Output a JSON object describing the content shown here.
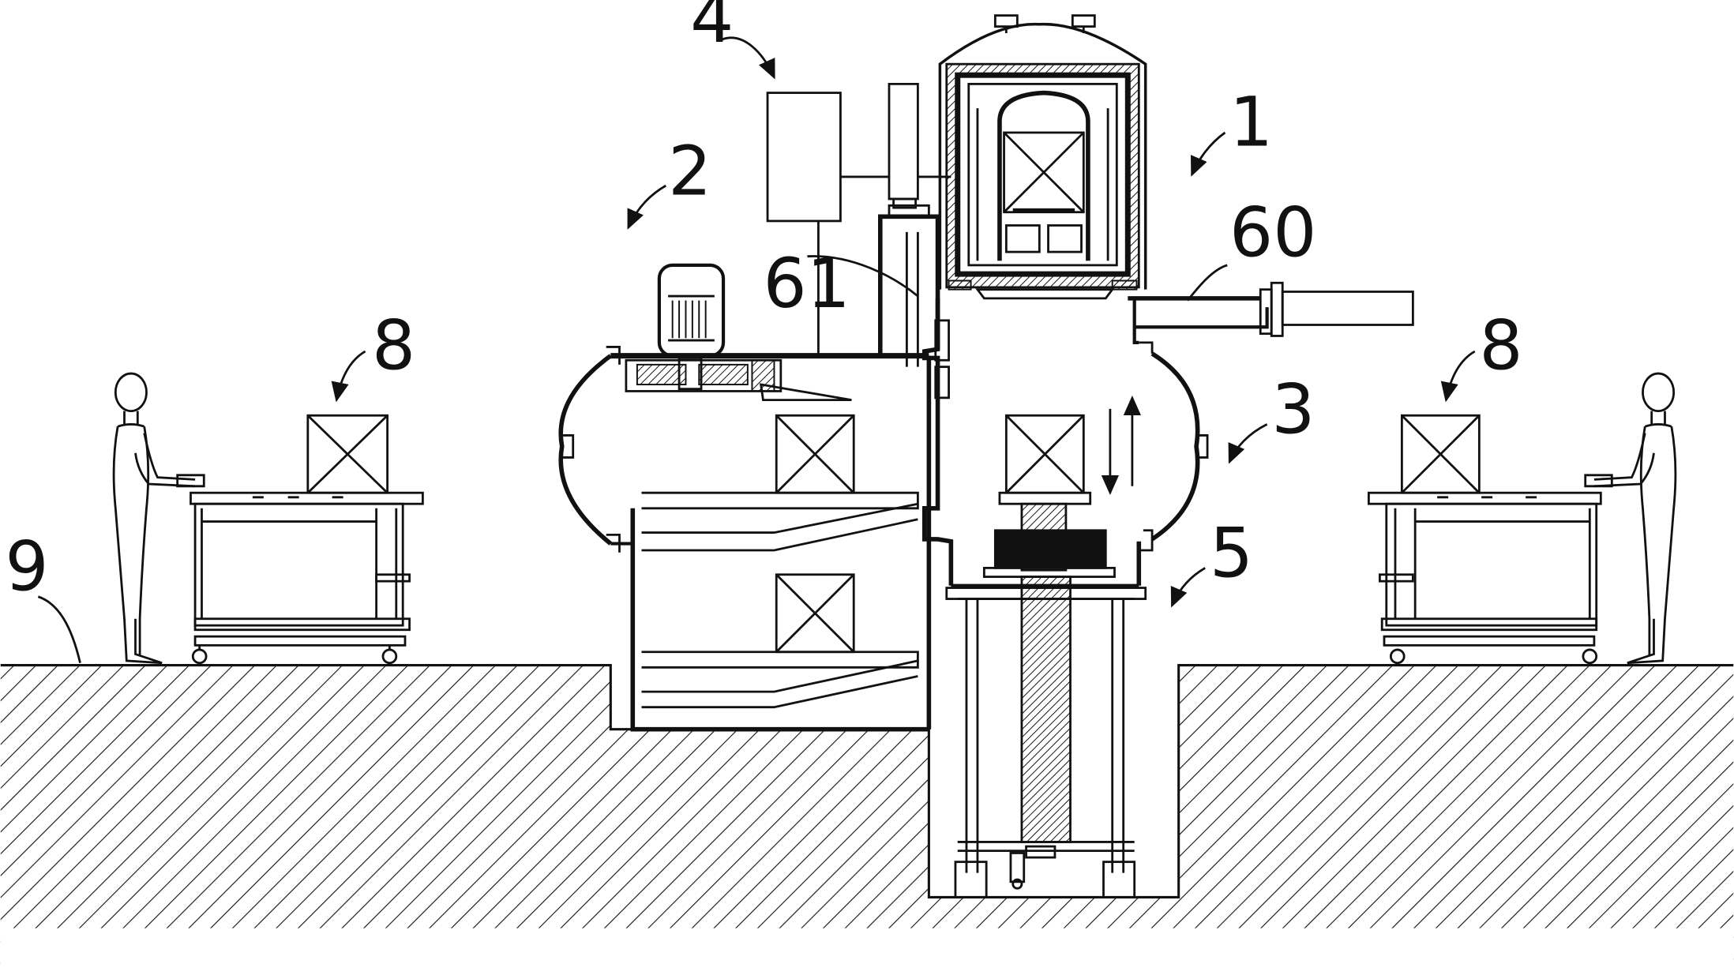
{
  "labels": {
    "furnace": "1",
    "left_chamber": "2",
    "center_chamber": "3",
    "control_box": "4",
    "lift": "5",
    "port_60": "60",
    "port_61": "61",
    "cart_left": "8",
    "cart_right": "8",
    "ground": "9"
  },
  "colors": {
    "line": "#111111",
    "background": "#ffffff"
  }
}
